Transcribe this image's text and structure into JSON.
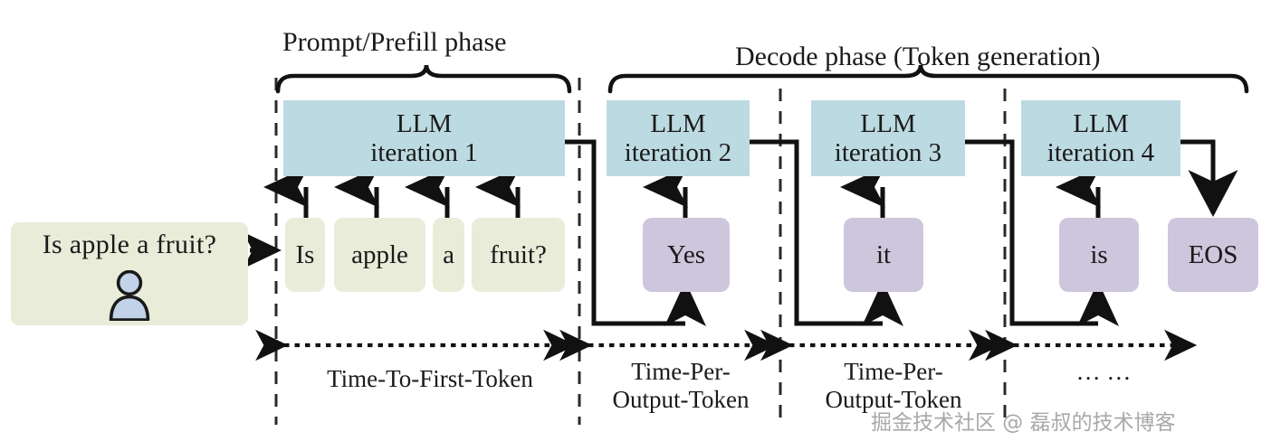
{
  "figure": {
    "title_not_shown": "",
    "colors": {
      "llm_box": "#bcdae1",
      "input_token": "#e8ecd9",
      "output_token": "#cdc6dc",
      "prompt_card": "#e8ecd9",
      "line": "#1a1a1a",
      "watermark": "#9a9a9a"
    }
  },
  "prompt": {
    "text": "Is apple a fruit?",
    "icon": "user-icon"
  },
  "phases": [
    {
      "id": "prefill",
      "label": "Prompt/Prefill phase"
    },
    {
      "id": "decode",
      "label": "Decode phase (Token generation)"
    }
  ],
  "iterations": [
    {
      "line1": "LLM",
      "line2": "iteration 1"
    },
    {
      "line1": "LLM",
      "line2": "iteration 2"
    },
    {
      "line1": "LLM",
      "line2": "iteration 3"
    },
    {
      "line1": "LLM",
      "line2": "iteration 4"
    }
  ],
  "input_tokens": [
    {
      "text": "Is"
    },
    {
      "text": "apple"
    },
    {
      "text": "a"
    },
    {
      "text": "fruit?"
    }
  ],
  "output_tokens": [
    {
      "text": "Yes"
    },
    {
      "text": "it"
    },
    {
      "text": "is"
    },
    {
      "text": "EOS"
    }
  ],
  "timings": [
    {
      "label": "Time-To-First-Token"
    },
    {
      "label": "Time-Per-\nOutput-Token"
    },
    {
      "label": "Time-Per-\nOutput-Token"
    },
    {
      "label": "… …"
    }
  ],
  "watermark": {
    "text": "掘金技术社区 @ 磊叔的技术博客"
  }
}
